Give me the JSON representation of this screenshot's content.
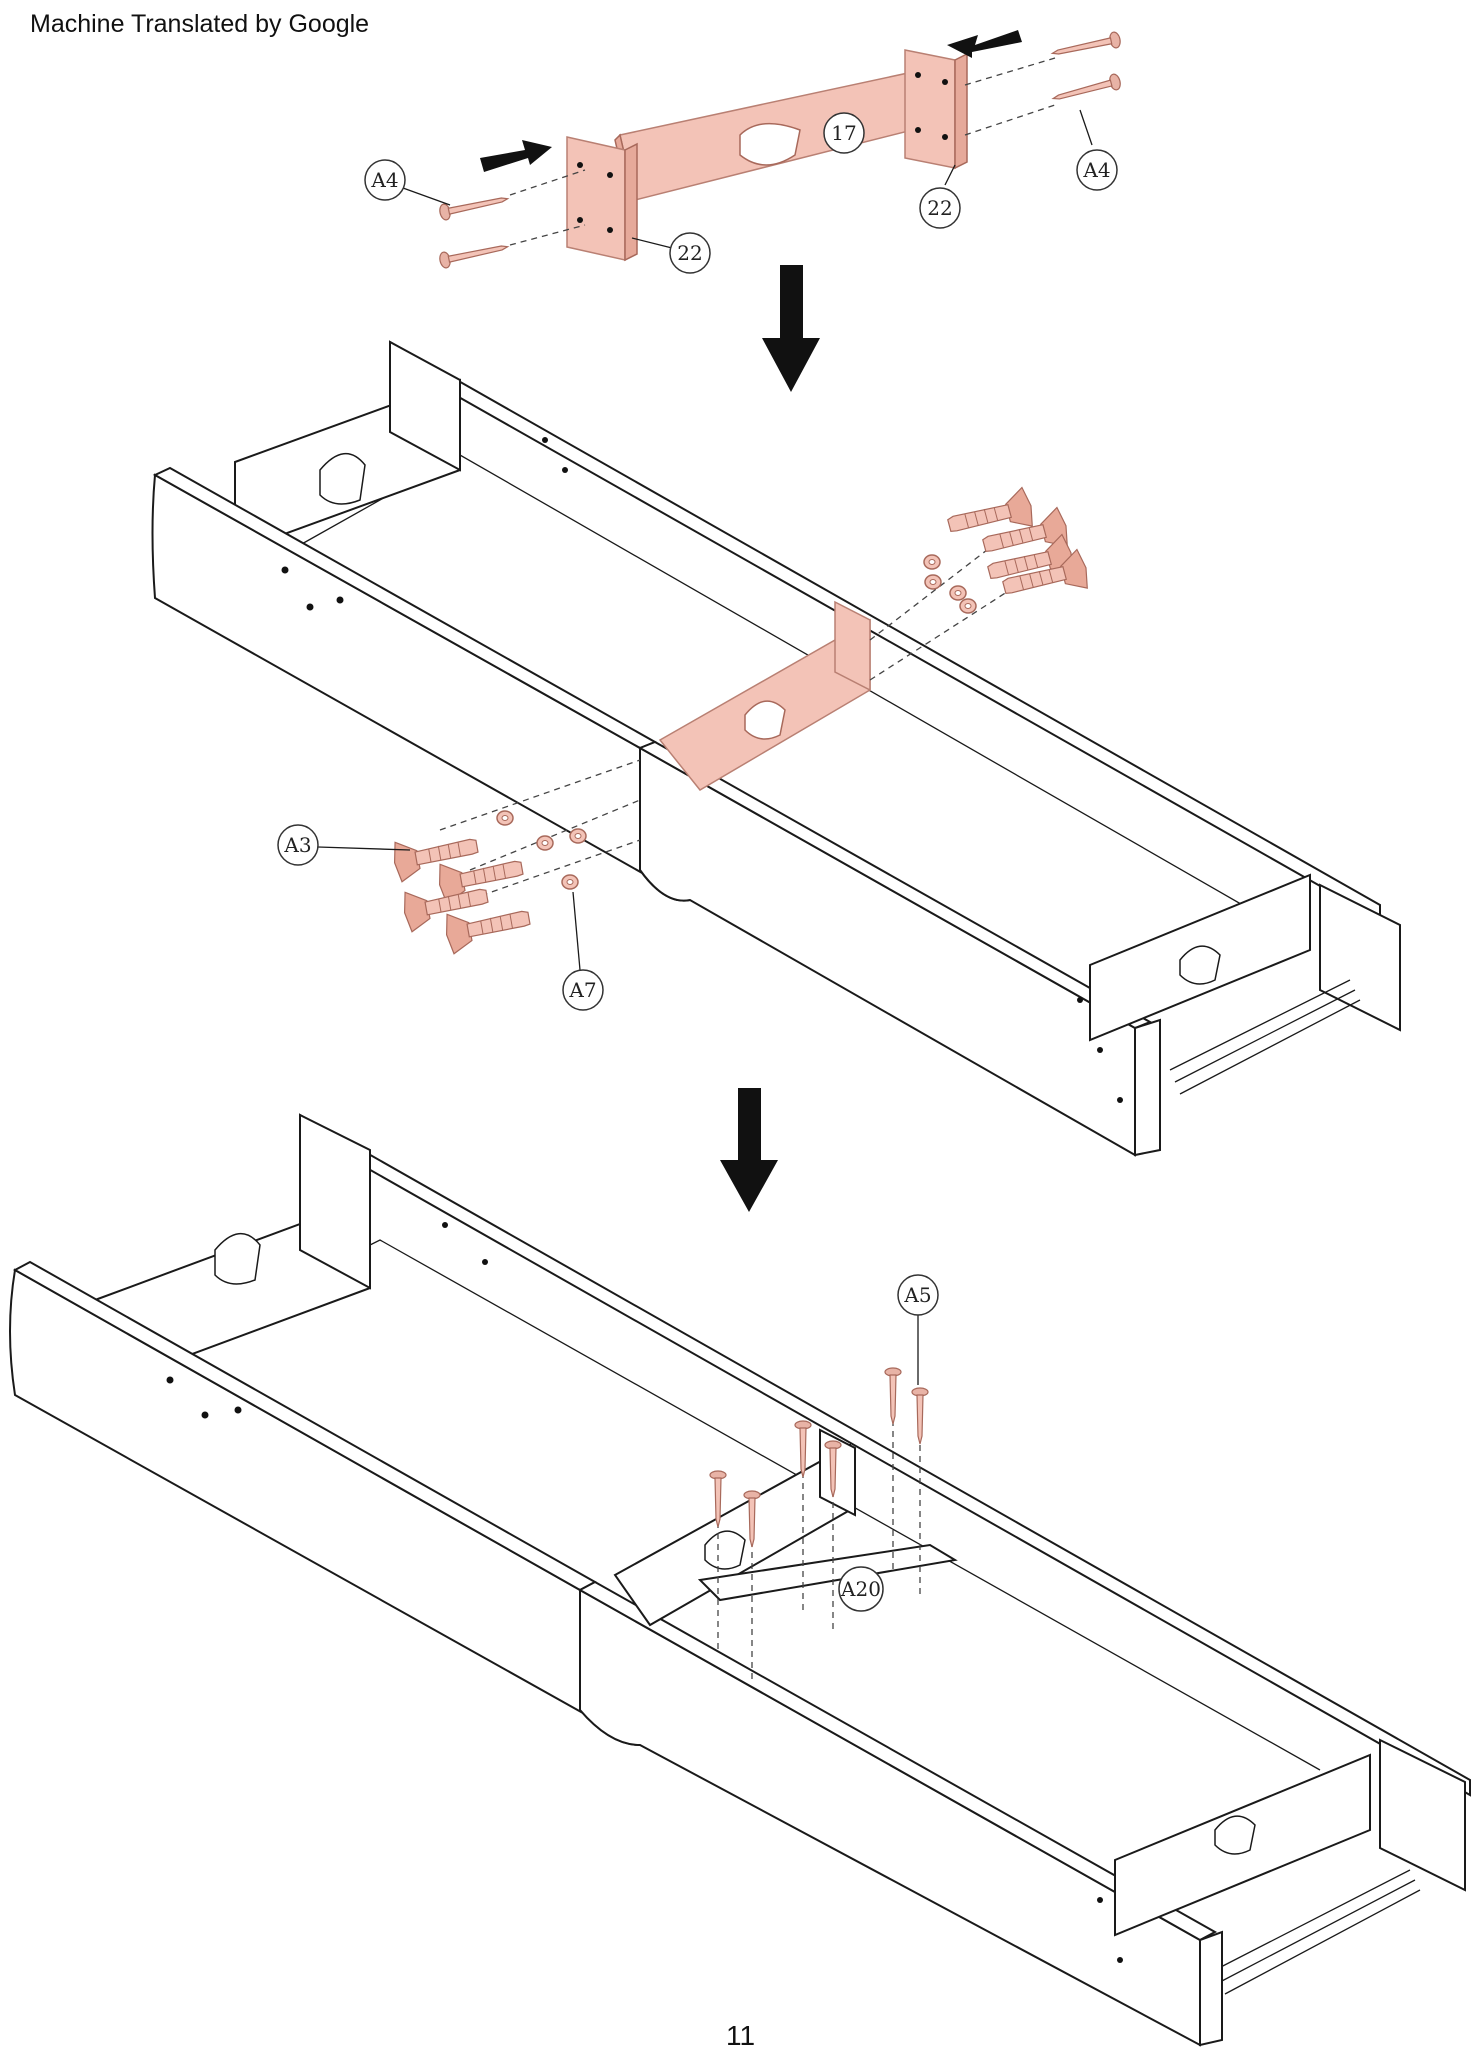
{
  "header": {
    "text": "Machine Translated by Google"
  },
  "page": {
    "number": "11"
  },
  "callouts": {
    "a4_left": "A4",
    "a4_right": "A4",
    "p17": "17",
    "p22_left": "22",
    "p22_right": "22",
    "a3": "A3",
    "a7": "A7",
    "a5": "A5",
    "a20": "A20"
  },
  "colors": {
    "highlight": "#f3c3b7",
    "line": "#1a1a1a",
    "arrow": "#111111"
  },
  "icons": [
    "down-arrow-icon",
    "push-arrow-icon",
    "screw-icon",
    "bolt-icon",
    "washer-icon"
  ]
}
